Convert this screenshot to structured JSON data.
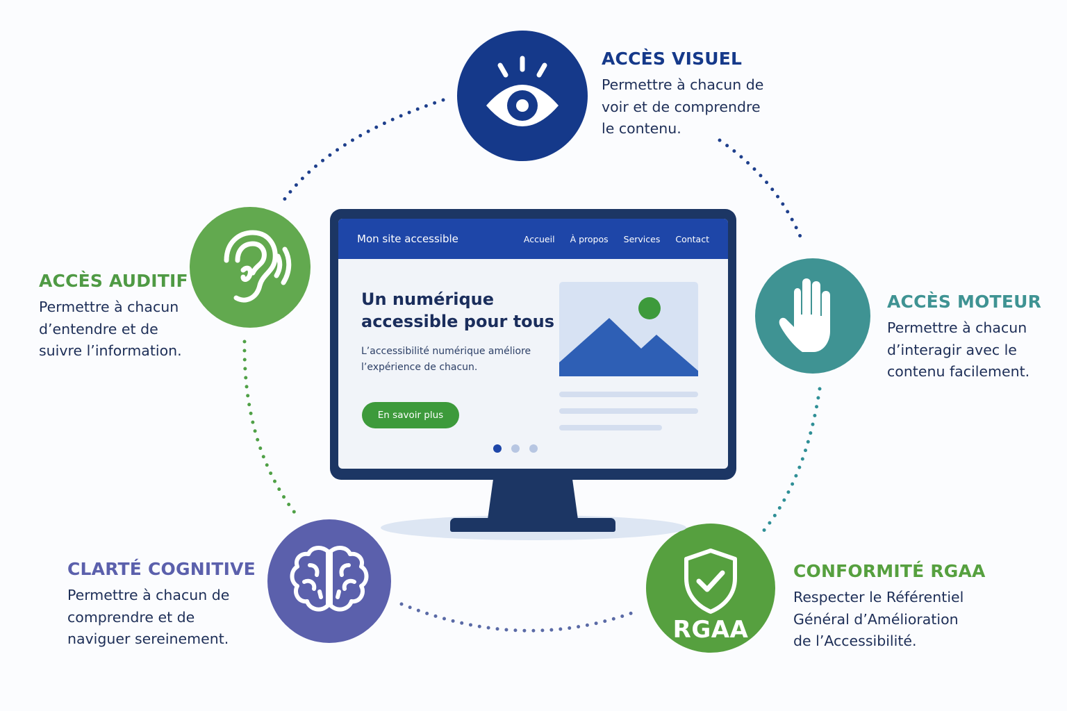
{
  "colors": {
    "visual": "#15398a",
    "auditory": "#62a94f",
    "motor": "#3f9393",
    "cognitive": "#5b60ac",
    "rgaa": "#56a03f",
    "ring_blue": "#1e3f8c",
    "monitor_frame": "#1c3664",
    "site_nav": "#1e46a8",
    "cta_green": "#3d9a3b"
  },
  "pillars": {
    "visual": {
      "title": "ACCÈS VISUEL",
      "desc": [
        "Permettre à chacun de",
        "voir et de comprendre",
        "le contenu."
      ],
      "icon": "eye-icon"
    },
    "auditory": {
      "title": "ACCÈS AUDITIF",
      "desc": [
        "Permettre à chacun",
        "d’entendre et de",
        "suivre l’information."
      ],
      "icon": "ear-icon"
    },
    "motor": {
      "title": "ACCÈS MOTEUR",
      "desc": [
        "Permettre à chacun",
        "d’interagir avec le",
        "contenu facilement."
      ],
      "icon": "hand-icon"
    },
    "cognitive": {
      "title": "CLARTÉ COGNITIVE",
      "desc": [
        "Permettre à chacun de",
        "comprendre et de",
        "naviguer sereinement."
      ],
      "icon": "brain-icon"
    },
    "rgaa": {
      "title": "CONFORMITÉ RGAA",
      "desc": [
        "Respecter le Référentiel",
        "Général d’Amélioration",
        "de l’Accessibilité."
      ],
      "icon": "shield-check-icon",
      "badge": "RGAA"
    }
  },
  "website": {
    "title": "Mon site accessible",
    "nav": [
      "Accueil",
      "À propos",
      "Services",
      "Contact"
    ],
    "hero_title": [
      "Un numérique",
      "accessible pour tous"
    ],
    "hero_text": [
      "L’accessibilité numérique améliore",
      "l’expérience de chacun."
    ],
    "cta": "En savoir plus",
    "image_icon": "image-placeholder-icon",
    "carousel": {
      "count": 3,
      "active": 0
    }
  }
}
